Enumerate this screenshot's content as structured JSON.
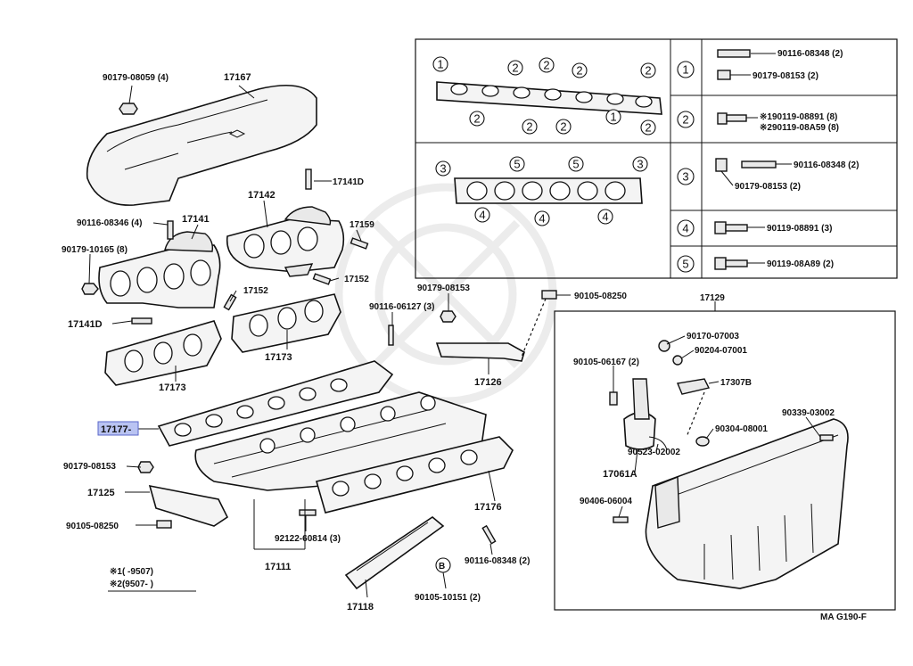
{
  "part_labels": {
    "p90179_08059": "90179-08059 (4)",
    "p17167": "17167",
    "p17141D_top": "17141D",
    "p17142": "17142",
    "p17141": "17141",
    "p17159": "17159",
    "p90116_08346": "90116-08346 (4)",
    "p90179_10165": "90179-10165 (8)",
    "p17152_a": "17152",
    "p17152_b": "17152",
    "p17141D_left": "17141D",
    "p17173_a": "17173",
    "p17173_b": "17173",
    "p90179_08153_top": "90179-08153",
    "p90116_06127": "90116-06127 (3)",
    "p90105_08250_top": "90105-08250",
    "p17129": "17129",
    "p17126": "17126",
    "p17177": "17177-",
    "p90179_08153_left": "90179-08153",
    "p17125": "17125",
    "p90105_08250_left": "90105-08250",
    "p92122_60814": "92122-60814 (3)",
    "p17111": "17111",
    "p17176": "17176",
    "p90116_08348": "90116-08348 (2)",
    "p17118": "17118",
    "p90105_10151": "90105-10151 (2)",
    "p90170_07003": "90170-07003",
    "p90204_07001": "90204-07001",
    "p90105_06167": "90105-06167 (2)",
    "p17307B": "17307B",
    "p90339_03002": "90339-03002",
    "p90304_08001": "90304-08001",
    "p90523_02002": "90523-02002",
    "p17061A": "17061A",
    "p90406_06004": "90406-06004",
    "callout_B": "B"
  },
  "legend_notes": {
    "n1": "※1(      -9507)",
    "n2": "※2(9507-       )"
  },
  "gasket_callouts": {
    "c1": "1",
    "c2": "2",
    "c3": "3",
    "c4": "4",
    "c5": "5"
  },
  "fastener_table": {
    "rows": [
      {
        "num": "1",
        "lines": [
          "90116-08348 (2)",
          "90179-08153 (2)"
        ]
      },
      {
        "num": "2",
        "lines": [
          "※190119-08891 (8)",
          "※290119-08A59 (8)"
        ]
      },
      {
        "num": "3",
        "lines": [
          "90116-08348 (2)",
          "90179-08153 (2)"
        ]
      },
      {
        "num": "4",
        "lines": [
          "90119-08891 (3)"
        ]
      },
      {
        "num": "5",
        "lines": [
          "90119-08A89 (2)"
        ]
      }
    ]
  },
  "diagram_code": "MA  G190-F",
  "highlight_color": "#b9c3f2"
}
